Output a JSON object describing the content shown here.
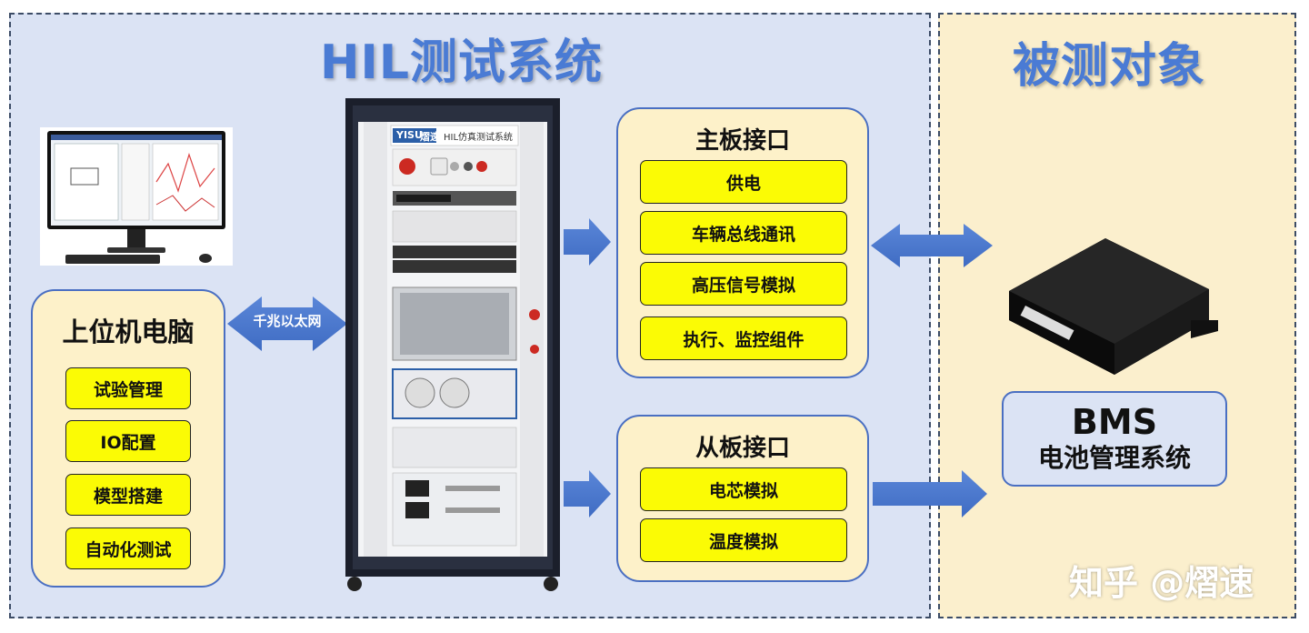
{
  "hil_title": "HIL测试系统",
  "dut_title": "被测对象",
  "host_pc": {
    "title": "上位机电脑",
    "items": [
      "试验管理",
      "IO配置",
      "模型搭建",
      "自动化测试"
    ]
  },
  "ethernet_label": "千兆以太网",
  "cabinet": {
    "brand": "YISU",
    "brand_cn": "熠速",
    "label": "HIL仿真测试系统"
  },
  "main_board": {
    "title": "主板接口",
    "items": [
      "供电",
      "车辆总线通讯",
      "高压信号模拟",
      "执行、监控组件"
    ]
  },
  "slave_board": {
    "title": "从板接口",
    "items": [
      "电芯模拟",
      "温度模拟"
    ]
  },
  "bms": {
    "title": "BMS",
    "subtitle": "电池管理系统"
  },
  "watermark": "知乎 @熠速",
  "colors": {
    "accent_blue": "#4a7bd4",
    "left_panel": "#dbe3f4",
    "right_panel": "#fbefcd",
    "button_yellow": "#fbfb05"
  }
}
